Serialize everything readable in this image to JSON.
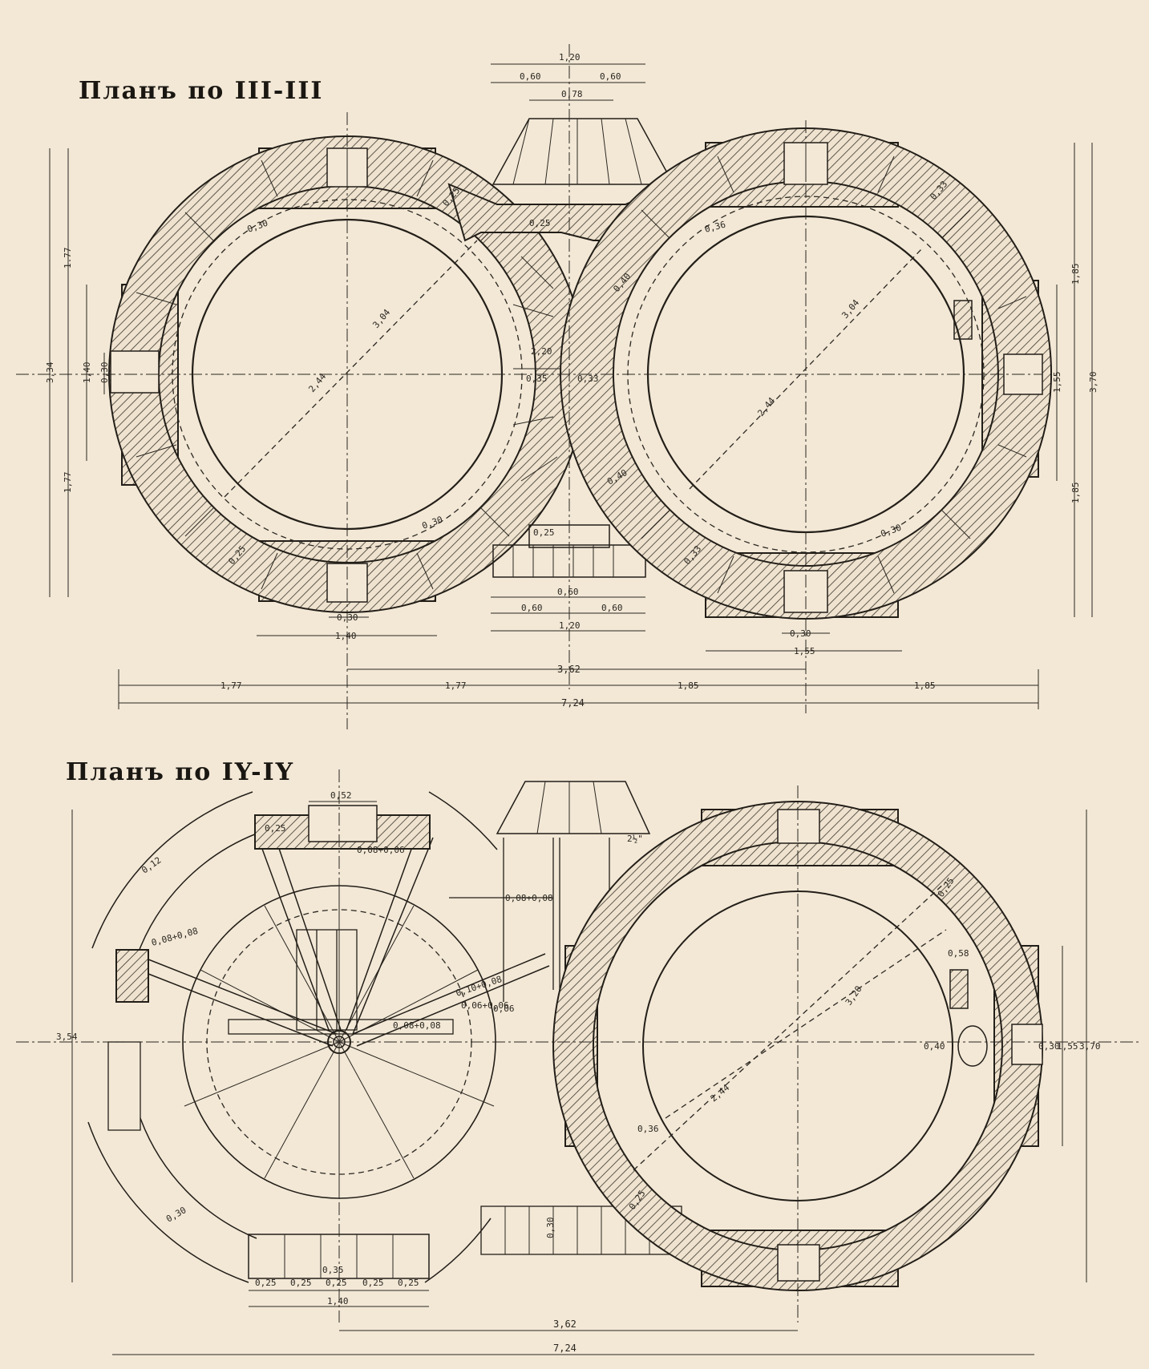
{
  "titles": {
    "top": "Планъ по III-III",
    "bottom": "Планъ по IY-IY"
  },
  "top_plan": {
    "dims_top": [
      "1,20",
      "0,60",
      "0,60",
      "0,78"
    ],
    "dims_left": [
      "1.77",
      "3,34",
      "1,40",
      "0,30",
      "1,77"
    ],
    "dims_right": [
      "1,85",
      "1,55",
      "3,70",
      "1,85"
    ],
    "dims_bottom": [
      "0,60",
      "0,60",
      "0,60",
      "1,20",
      "0,30",
      "1,40",
      "0,30",
      "1,55",
      "3,62",
      "1,77",
      "1,77",
      "1,85",
      "1,85",
      "7,24"
    ],
    "left_tower": [
      "3,04",
      "2,44",
      "0,30",
      "0,30",
      "0,25",
      "0,25"
    ],
    "right_tower": [
      "3,04",
      "2,44",
      "0,36",
      "0,33",
      "0,30",
      "0,33"
    ],
    "between": [
      "0,25",
      "2,20",
      "0,35",
      "0,33",
      "0,40",
      "0,40",
      "0,25"
    ]
  },
  "bottom_plan": {
    "dims_top": [
      "0,52",
      "0,25",
      "0,08+0,06",
      "2½\"",
      "0,08+0,08",
      "0,08+0,08",
      "0,10+0,08"
    ],
    "left_labels": [
      "0,12",
      "3,54",
      "0,06+0,06",
      "0,08+0,08",
      "0,06",
      "0,30"
    ],
    "right_tower": [
      "3,20",
      "2,44",
      "0,25",
      "0,58",
      "0,36",
      "0,25",
      "0,40",
      "0,30",
      "1,55",
      "3,70",
      "0,30"
    ],
    "dims_bottom": [
      "0,25",
      "0,25",
      "0,25",
      "0,25",
      "0,25",
      "0,35",
      "1,40",
      "3,62",
      "7,24"
    ]
  }
}
